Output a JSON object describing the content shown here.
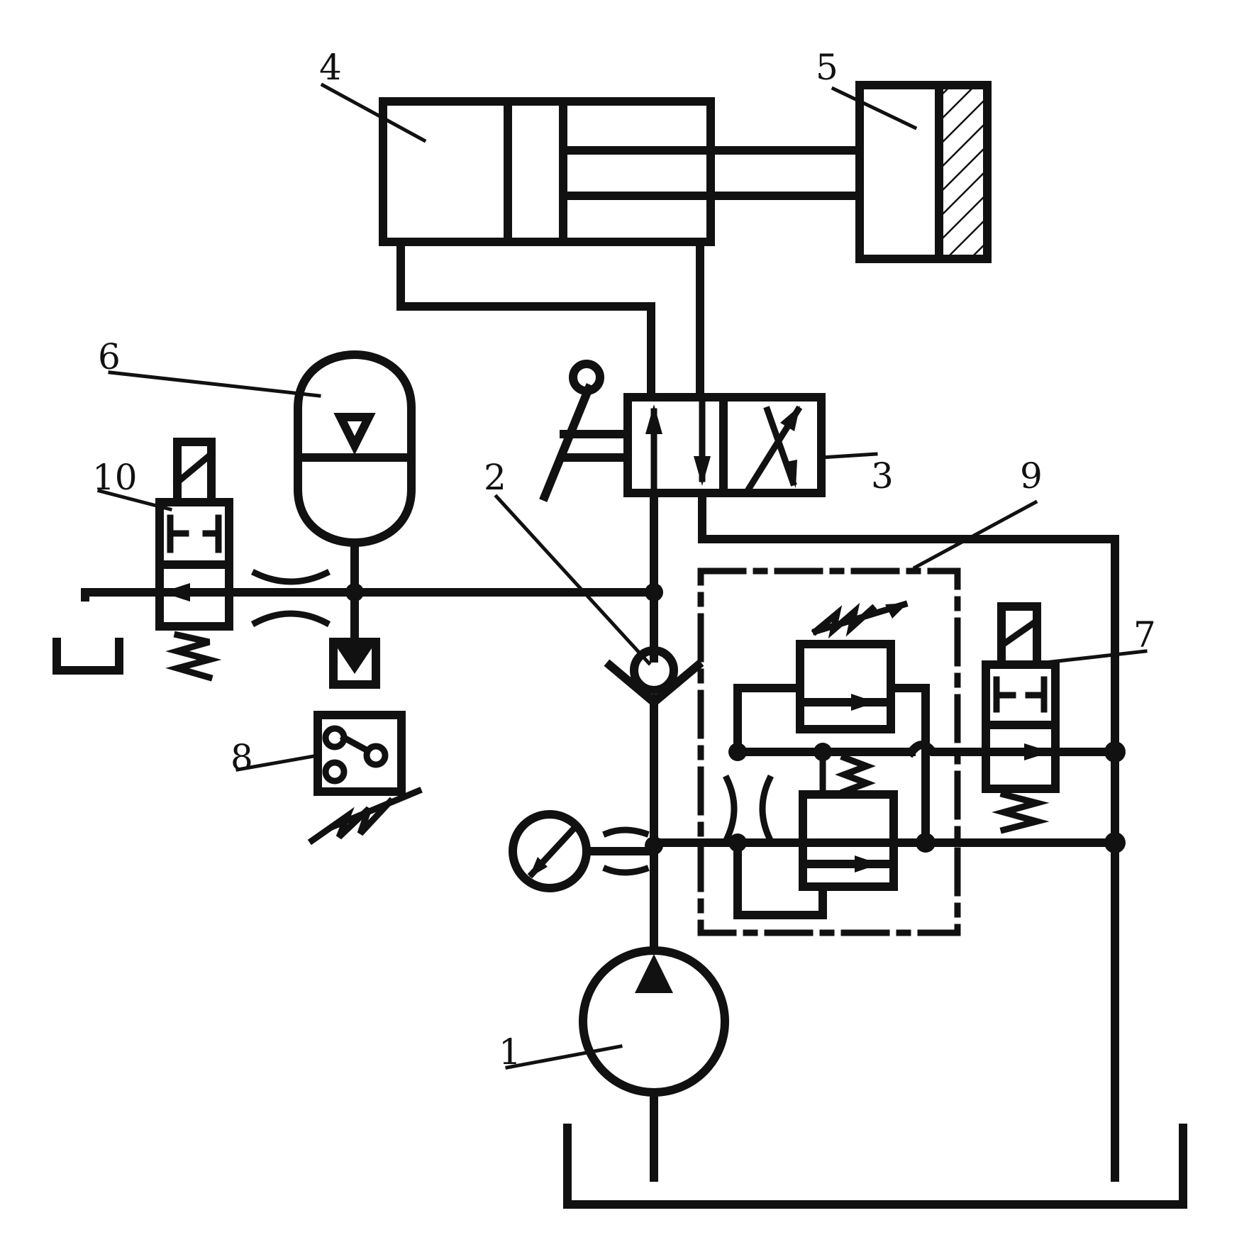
{
  "diagram": {
    "labels": [
      {
        "id": "pump",
        "text": "1"
      },
      {
        "id": "check-valve",
        "text": "2"
      },
      {
        "id": "directional-valve",
        "text": "3"
      },
      {
        "id": "cylinder",
        "text": "4"
      },
      {
        "id": "load",
        "text": "5"
      },
      {
        "id": "accumulator",
        "text": "6"
      },
      {
        "id": "pressure-switch",
        "text": "7"
      },
      {
        "id": "solenoid-valve-8",
        "text": "8"
      },
      {
        "id": "unloading-relief-valve",
        "text": "9"
      },
      {
        "id": "solenoid-valve-10",
        "text": "10"
      }
    ]
  },
  "colors": {
    "line": "#111111",
    "background": "#ffffff"
  }
}
